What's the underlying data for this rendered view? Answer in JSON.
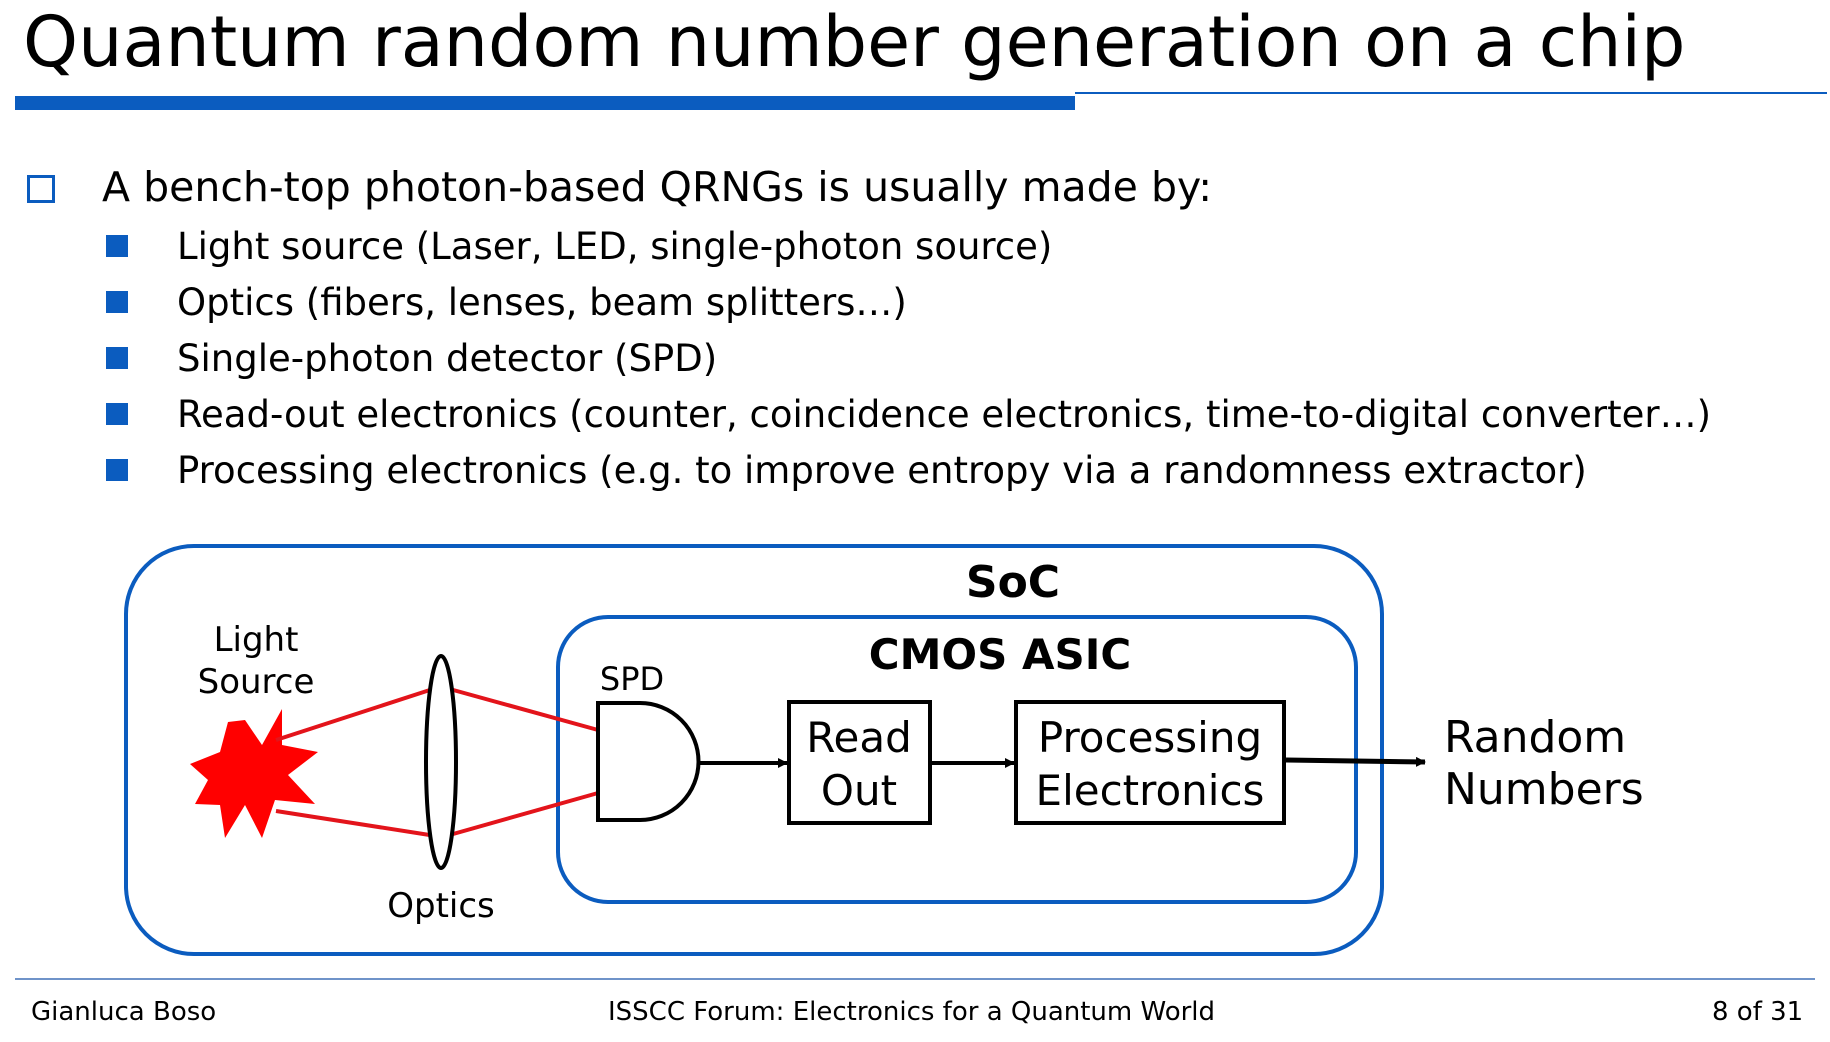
{
  "slide": {
    "title": "Quantum random number generation on a chip",
    "main_bullet": "A bench-top photon-based QRNGs is usually made by:",
    "sub_bullets": [
      "Light source (Laser, LED, single-photon source)",
      "Optics (fibers, lenses, beam splitters…)",
      "Single-photon detector (SPD)",
      "Read-out electronics (counter, coincidence electronics, time-to-digital converter…)",
      "Processing electronics (e.g. to improve entropy via a randomness extractor)"
    ]
  },
  "diagram": {
    "soc_label": "SoC",
    "asic_label": "CMOS ASIC",
    "light_source_line1": "Light",
    "light_source_line2": "Source",
    "optics_label": "Optics",
    "spd_label": "SPD",
    "readout_line1": "Read",
    "readout_line2": "Out",
    "processing_line1": "Processing",
    "processing_line2": "Electronics",
    "output_line1": "Random",
    "output_line2": "Numbers"
  },
  "footer": {
    "author": "Gianluca Boso",
    "event": "ISSCC Forum: Electronics for a Quantum World",
    "page": "8 of 31"
  },
  "colors": {
    "accent_blue": "#0b5cbf",
    "beam_red": "#e3141b",
    "light_source_red": "#ff0000"
  }
}
